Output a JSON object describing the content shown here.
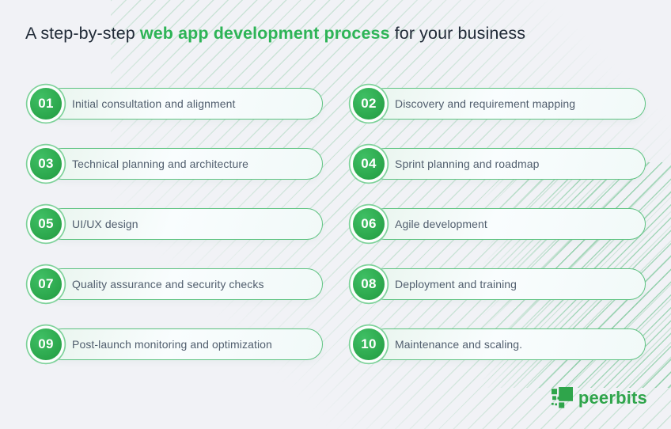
{
  "title": {
    "prefix": "A step-by-step ",
    "highlight": "web app development process",
    "suffix": " for your business"
  },
  "steps": [
    {
      "number": "01",
      "label": "Initial consultation and alignment"
    },
    {
      "number": "02",
      "label": "Discovery and requirement mapping"
    },
    {
      "number": "03",
      "label": "Technical planning and architecture"
    },
    {
      "number": "04",
      "label": "Sprint planning and roadmap"
    },
    {
      "number": "05",
      "label": "UI/UX design"
    },
    {
      "number": "06",
      "label": "Agile development"
    },
    {
      "number": "07",
      "label": "Quality assurance and security checks"
    },
    {
      "number": "08",
      "label": "Deployment and training"
    },
    {
      "number": "09",
      "label": "Post-launch monitoring and optimization"
    },
    {
      "number": "10",
      "label": "Maintenance and scaling."
    }
  ],
  "footer": {
    "brand": "peerbits",
    "logo_icon": "peerbits-squares-icon"
  },
  "colors": {
    "background": "#f1f2f6",
    "accent_green": "#2eb457",
    "circle_green": "#2faf51",
    "ring_green": "#7ed29a",
    "pill_border_green": "#5ec381",
    "pill_fill_light": "#f2f9f6",
    "title_dark": "#212b38",
    "label_gray": "#515e6e",
    "logo_green": "#2fa54b",
    "stripe_green": "#9ed8b4"
  }
}
